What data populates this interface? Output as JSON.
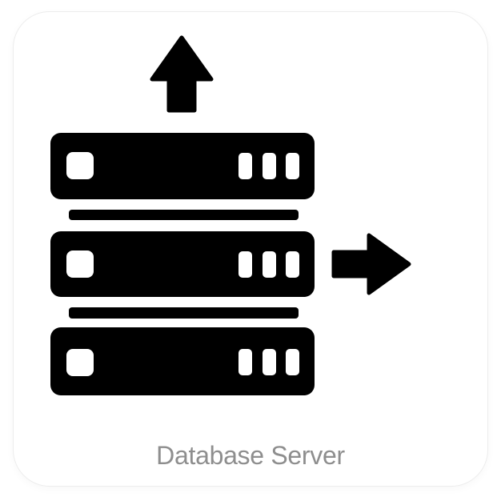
{
  "colors": {
    "page_bg": "#ffffff",
    "card_bg": "#ffffff",
    "card_border": "#ececec",
    "icon": "#000000",
    "label": "#8e8e8e"
  },
  "icon": {
    "name": "database-server",
    "style": "solid-glyph",
    "parts": [
      "up-arrow",
      "server-unit",
      "server-divider",
      "server-unit",
      "server-divider",
      "server-unit",
      "right-arrow"
    ]
  },
  "label": {
    "text": "Database Server"
  }
}
